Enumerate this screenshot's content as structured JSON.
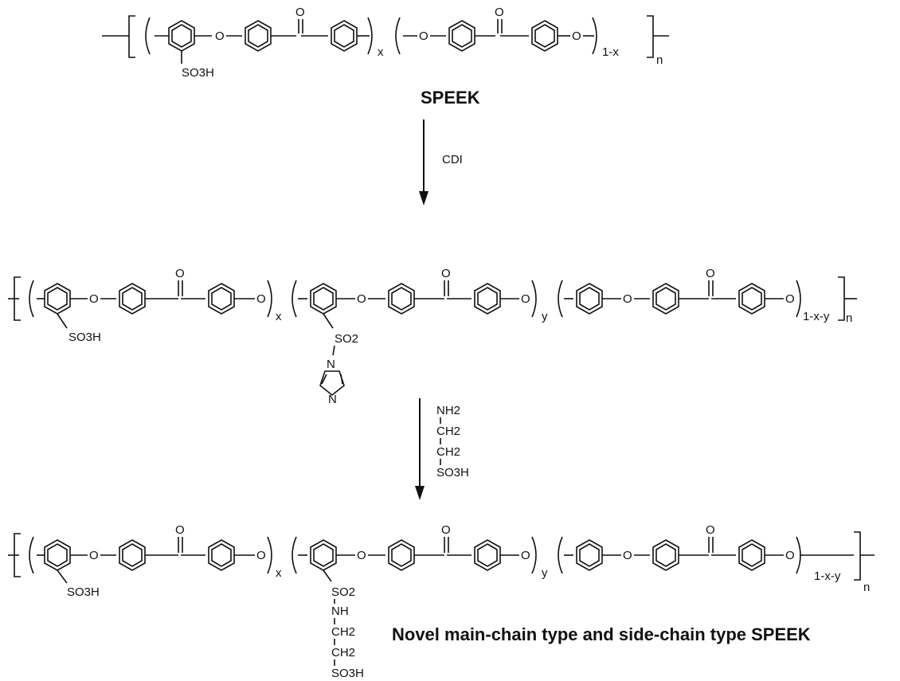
{
  "colors": {
    "ink": "#111111",
    "background": "#ffffff"
  },
  "labels": {
    "oxygen": "O",
    "so3h": "SO3H",
    "so2": "SO2",
    "nh": "NH",
    "ch2": "CH2",
    "nh2": "NH2",
    "nitrogen": "N",
    "sub_x": "x",
    "sub_y": "y",
    "sub_1x": "1-x",
    "sub_1xy": "1-x-y",
    "sub_n": "n"
  },
  "titles": {
    "speek": "SPEEK",
    "novel": "Novel main-chain type and side-chain type SPEEK"
  },
  "reagents": {
    "step1": "CDI"
  }
}
